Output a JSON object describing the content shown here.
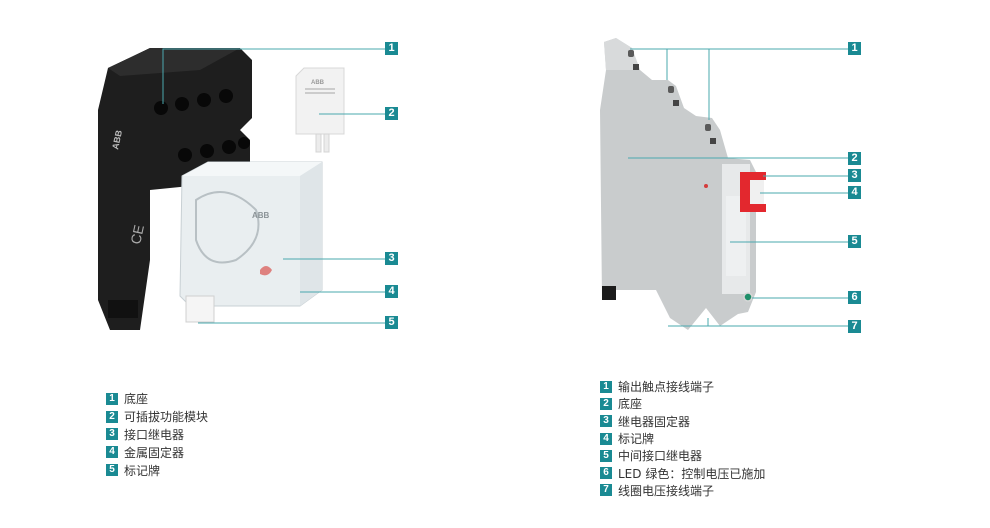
{
  "theme": {
    "accent": "#1a8a93",
    "leader_line": "#4aa8ae",
    "text": "#333333"
  },
  "left_diagram": {
    "subject": "plug-in relay with socket (black socket, transparent relay, white plug-in module)",
    "callouts": [
      "1",
      "2",
      "3",
      "4",
      "5"
    ],
    "legend": [
      {
        "num": "1",
        "label": "底座"
      },
      {
        "num": "2",
        "label": "可插拔功能模块"
      },
      {
        "num": "3",
        "label": "接口继电器"
      },
      {
        "num": "4",
        "label": "金属固定器"
      },
      {
        "num": "5",
        "label": "标记牌"
      }
    ]
  },
  "right_diagram": {
    "subject": "slim DIN-rail interface relay (grey housing, red retainer, green LED)",
    "callouts": [
      "1",
      "2",
      "3",
      "4",
      "5",
      "6",
      "7"
    ],
    "legend": [
      {
        "num": "1",
        "label": "输出触点接线端子"
      },
      {
        "num": "2",
        "label": "底座"
      },
      {
        "num": "3",
        "label": "继电器固定器"
      },
      {
        "num": "4",
        "label": "标记牌"
      },
      {
        "num": "5",
        "label": "中间接口继电器"
      },
      {
        "num": "6",
        "label": "LED 绿色：控制电压已施加"
      },
      {
        "num": "7",
        "label": "线圈电压接线端子"
      }
    ]
  }
}
